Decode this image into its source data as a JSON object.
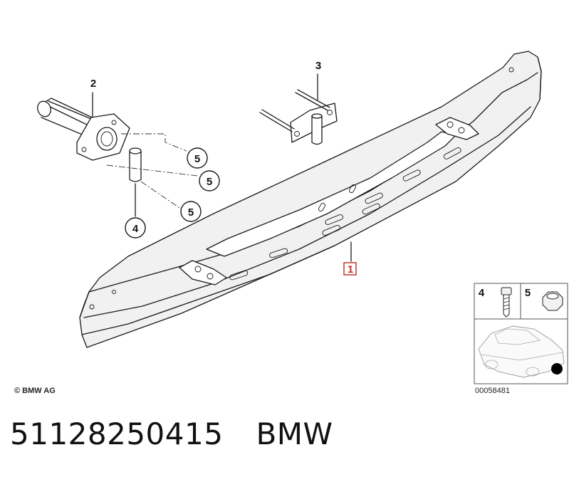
{
  "diagram": {
    "callouts": {
      "part_1": "1",
      "part_2": "2",
      "part_3": "3",
      "part_4": "4",
      "part_5a": "5",
      "part_5b": "5",
      "part_5c": "5"
    },
    "legend": {
      "bolt_number": "4",
      "nut_number": "5",
      "image_number": "00058481"
    },
    "copyright": "© BMW AG"
  },
  "footer": {
    "part_number": "51128250415",
    "brand": "BMW"
  },
  "colors": {
    "highlight_box": "#c0392b",
    "line": "#1a1a1a",
    "location_dot": "#000000"
  }
}
